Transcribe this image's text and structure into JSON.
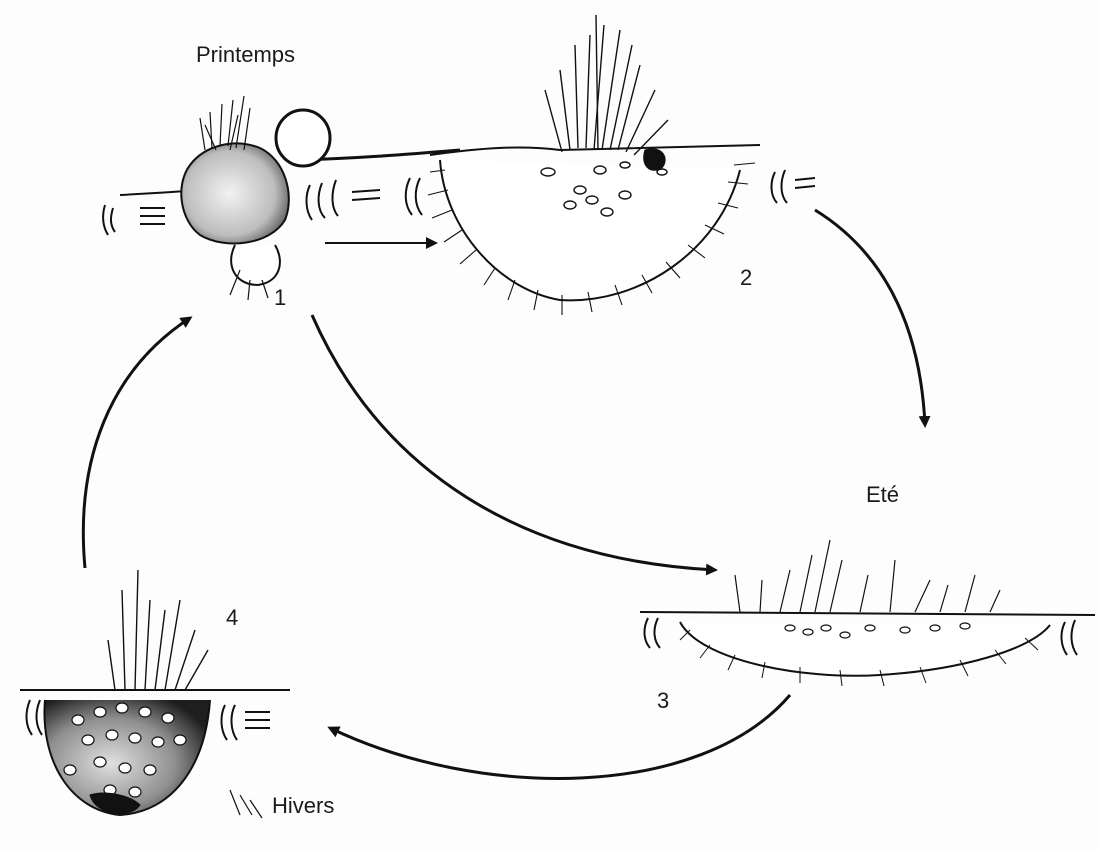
{
  "labels": {
    "printemps": "Printemps",
    "ete": "Eté",
    "hivers": "Hivers"
  },
  "stages": [
    "1",
    "2",
    "3",
    "4"
  ],
  "colors": {
    "ink": "#111111",
    "paper": "#fdfdfd",
    "shade": "#8a8a8a"
  }
}
